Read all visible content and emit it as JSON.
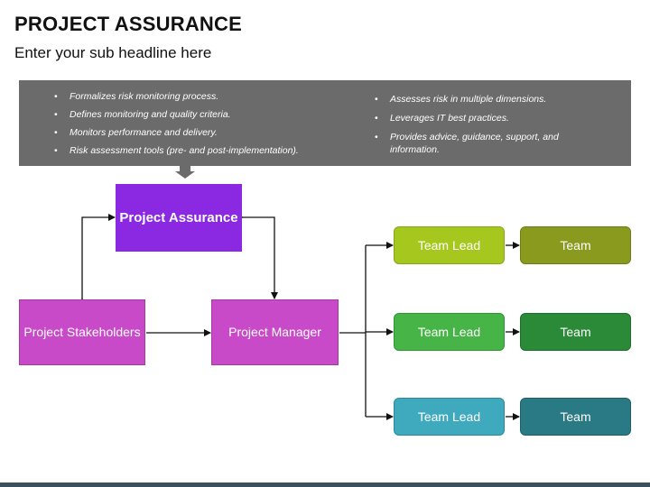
{
  "header": {
    "title": "PROJECT ASSURANCE",
    "subtitle": "Enter your sub headline here"
  },
  "banner": {
    "left_items": [
      "Formalizes risk monitoring process.",
      "Defines monitoring and quality criteria.",
      "Monitors performance and delivery.",
      "Risk assessment tools (pre- and post-implementation)."
    ],
    "right_items": [
      "Assesses risk in multiple dimensions.",
      "Leverages IT best practices.",
      "Provides advice, guidance, support, and information."
    ]
  },
  "nodes": {
    "assurance": "Project Assurance",
    "stakeholders": "Project Stakeholders",
    "manager": "Project Manager"
  },
  "teams": [
    {
      "lead": "Team Lead",
      "team": "Team"
    },
    {
      "lead": "Team Lead",
      "team": "Team"
    },
    {
      "lead": "Team Lead",
      "team": "Team"
    }
  ],
  "colors": {
    "banner": "#6b6b6b",
    "assurance": "#8a28e2",
    "role_box": "#c84ac8",
    "row1_lead": "#a5c71e",
    "row1_team": "#8a9a1e",
    "row2_lead": "#46b446",
    "row2_team": "#2a8a38",
    "row3_lead": "#3fa9bd",
    "row3_team": "#2a7a86"
  }
}
